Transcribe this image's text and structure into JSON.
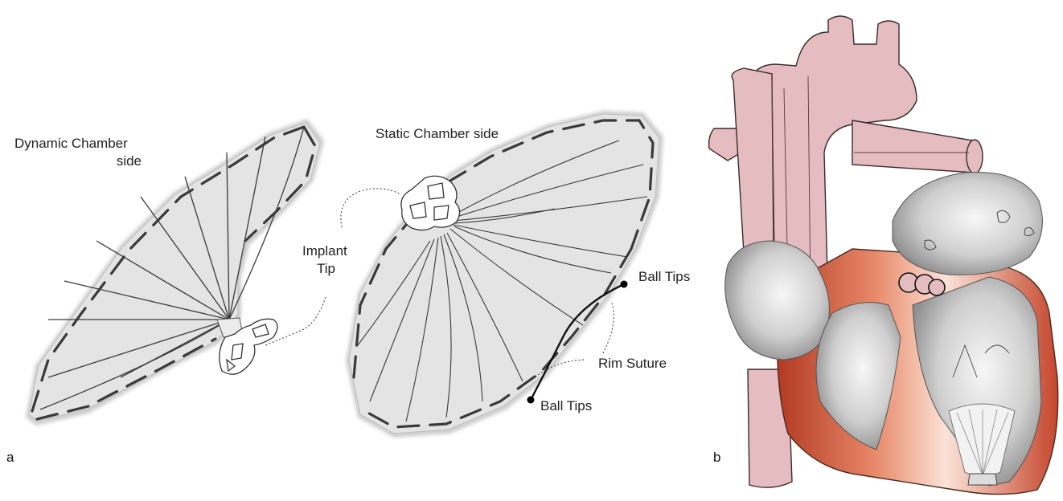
{
  "panel_a": {
    "letter": "a",
    "dynamic_label_line1": "Dynamic Chamber",
    "dynamic_label_line2": "side",
    "static_label": "Static Chamber side",
    "implant_line1": "Implant",
    "implant_line2": "Tip",
    "ball_tips_top": "Ball Tips",
    "rim_suture": "Rim Suture",
    "ball_tips_bottom": "Ball Tips"
  },
  "panel_b": {
    "letter": "b"
  },
  "colors": {
    "membrane": "#e4e4e4",
    "membrane_halo": "#cfcfcf",
    "vessel": "#e5bcbf",
    "myocardium": "#c9452a",
    "chamber": "#cdcdcd"
  }
}
